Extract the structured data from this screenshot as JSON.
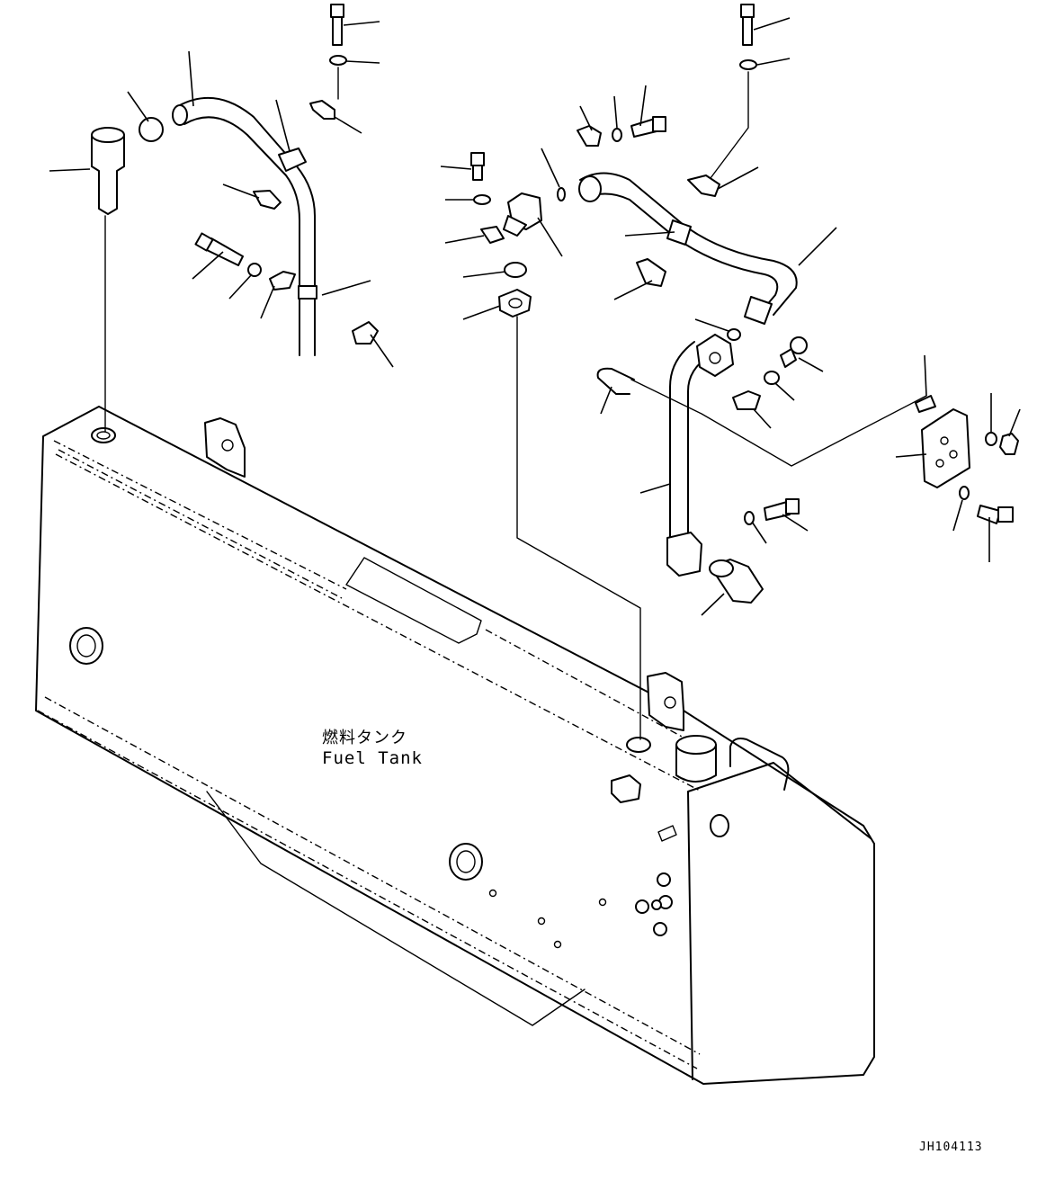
{
  "labels": {
    "tank_jp": "燃料タンク",
    "tank_en": "Fuel Tank",
    "drawing_code": "JH104113"
  },
  "colors": {
    "line": "#000000",
    "background": "#ffffff"
  }
}
